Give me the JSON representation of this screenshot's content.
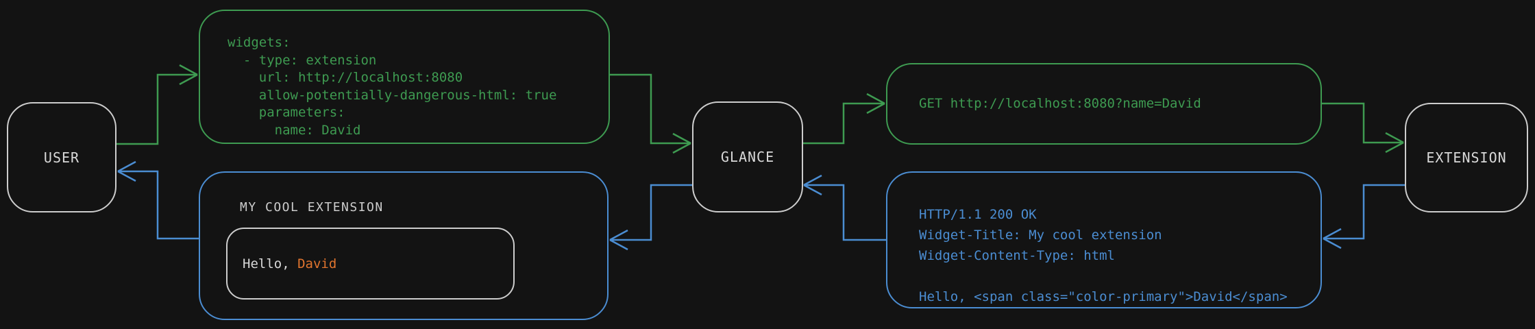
{
  "diagram": {
    "nodes": {
      "user": {
        "label": "USER"
      },
      "glance": {
        "label": "GLANCE"
      },
      "extension": {
        "label": "EXTENSION"
      }
    },
    "config_box": {
      "lines": [
        "widgets:",
        "  - type: extension",
        "    url: http://localhost:8080",
        "    allow-potentially-dangerous-html: true",
        "    parameters:",
        "      name: David"
      ]
    },
    "request_box": {
      "line": "GET http://localhost:8080?name=David"
    },
    "response_box": {
      "lines": [
        "HTTP/1.1 200 OK",
        "Widget-Title: My cool extension",
        "Widget-Content-Type: html",
        " ",
        "Hello, <span class=\"color-primary\">David</span>"
      ]
    },
    "widget_box": {
      "title": "MY COOL EXTENSION",
      "greeting_prefix": "Hello, ",
      "greeting_name": "David"
    }
  },
  "colors": {
    "green": "#3e9b51",
    "blue": "#4b8dd2",
    "orange": "#e0742e",
    "gray-border": "#cdcdcd",
    "gray-text": "#d9d9d9",
    "background": "#131313"
  }
}
